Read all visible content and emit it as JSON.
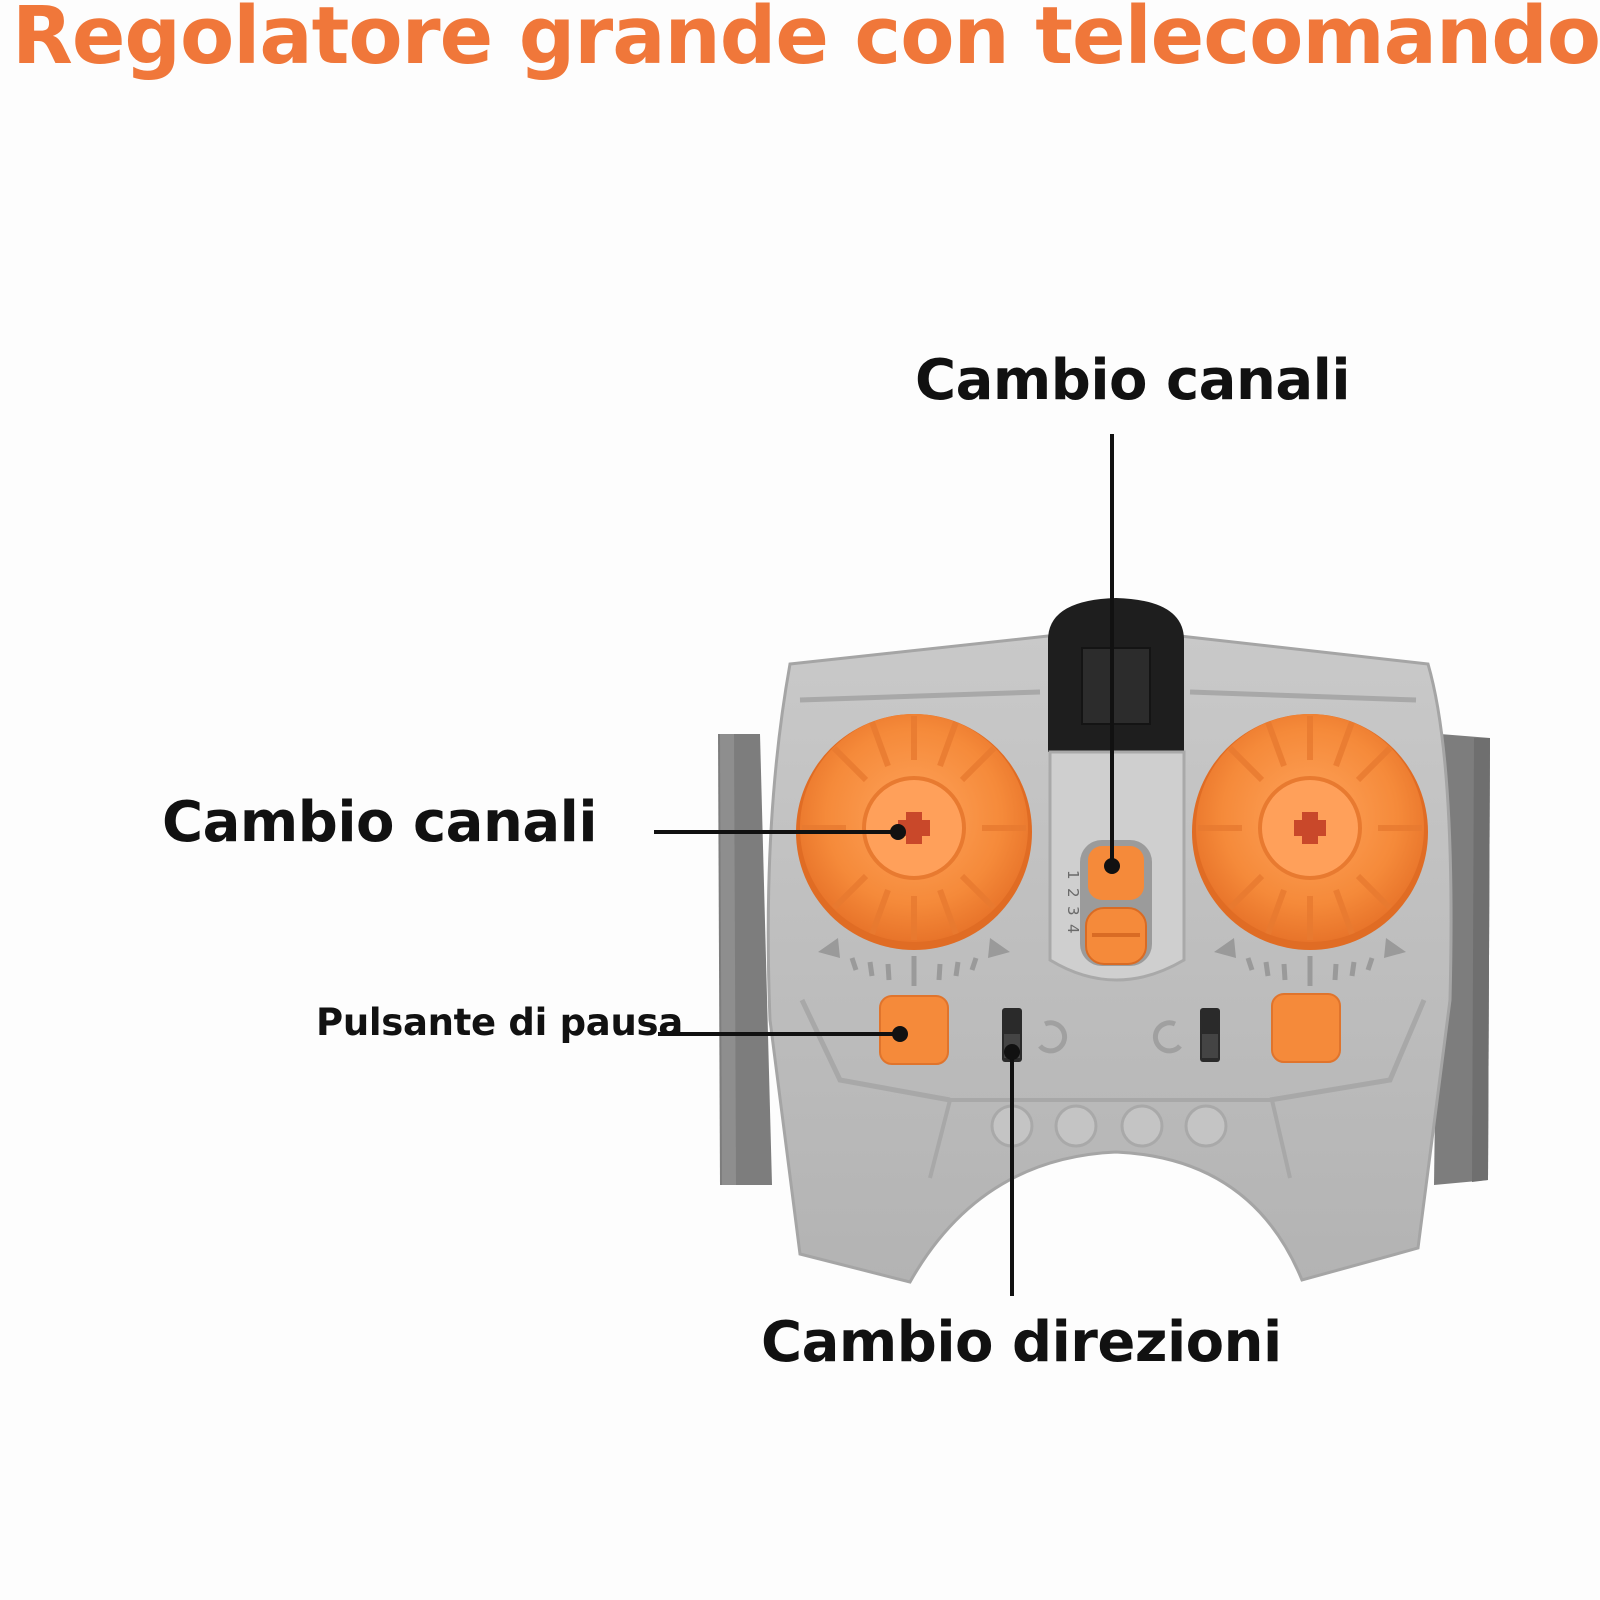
{
  "title": "Regolatore grande con telecomando",
  "labels": {
    "channel_top": "Cambio canali",
    "channel_left": "Cambio canali",
    "pause": "Pulsante di pausa",
    "direction": "Cambio direzioni"
  },
  "switch_positions": [
    "1",
    "2",
    "3",
    "4"
  ],
  "colors": {
    "title": "#f0773a",
    "orange_part": "#f58a3a",
    "body_gray": "#b9b9b9",
    "side_gray": "#7d7d7d",
    "leader_line": "#111111"
  }
}
